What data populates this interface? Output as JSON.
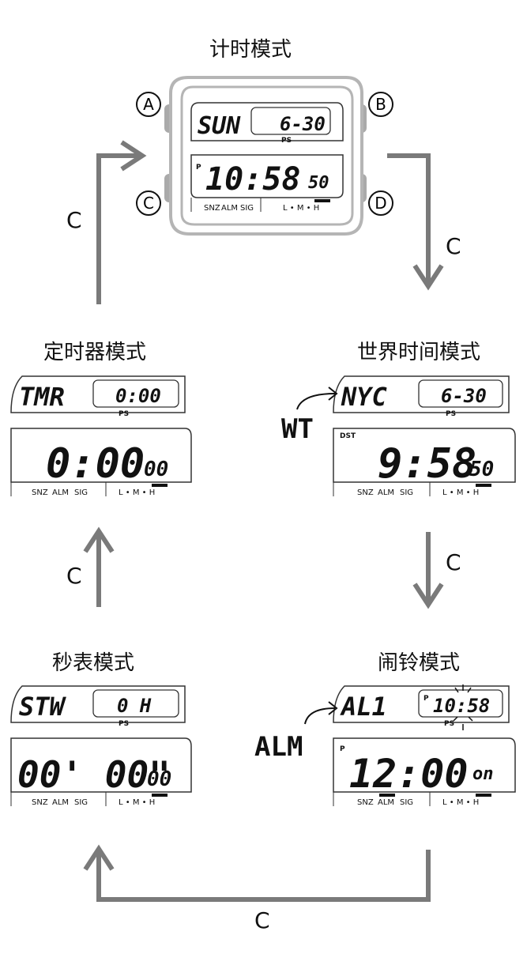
{
  "modes": {
    "timekeeping": {
      "title": "计时模式",
      "mode": "SUN",
      "date": "6-30",
      "ps": "PS",
      "pm": "P",
      "time": "10:58",
      "seconds": "50",
      "buttons": {
        "a": "A",
        "b": "B",
        "c": "C",
        "d": "D"
      }
    },
    "world_time": {
      "title": "世界时间模式",
      "mode": "NYC",
      "date": "6-30",
      "ps": "PS",
      "dst": "DST",
      "time": "9:58",
      "seconds": "50",
      "callout": "WT"
    },
    "alarm": {
      "title": "闹铃模式",
      "mode": "AL1",
      "upper_pm": "P",
      "upper_time": "10:58",
      "ps": "PS",
      "pm": "P",
      "time": "12:00",
      "status": "on",
      "callout": "ALM"
    },
    "stopwatch": {
      "title": "秒表模式",
      "mode": "STW",
      "upper": "0 H",
      "ps": "PS",
      "time": "00' 00\"",
      "hundredths": "00"
    },
    "timer": {
      "title": "定时器模式",
      "mode": "TMR",
      "upper": "0:00",
      "ps": "PS",
      "time": "0:00",
      "seconds": "00"
    }
  },
  "indicators": {
    "snz": "SNZ",
    "alm": "ALM",
    "sig": "SIG",
    "level": "L • M • H"
  },
  "arrow_label": "C"
}
